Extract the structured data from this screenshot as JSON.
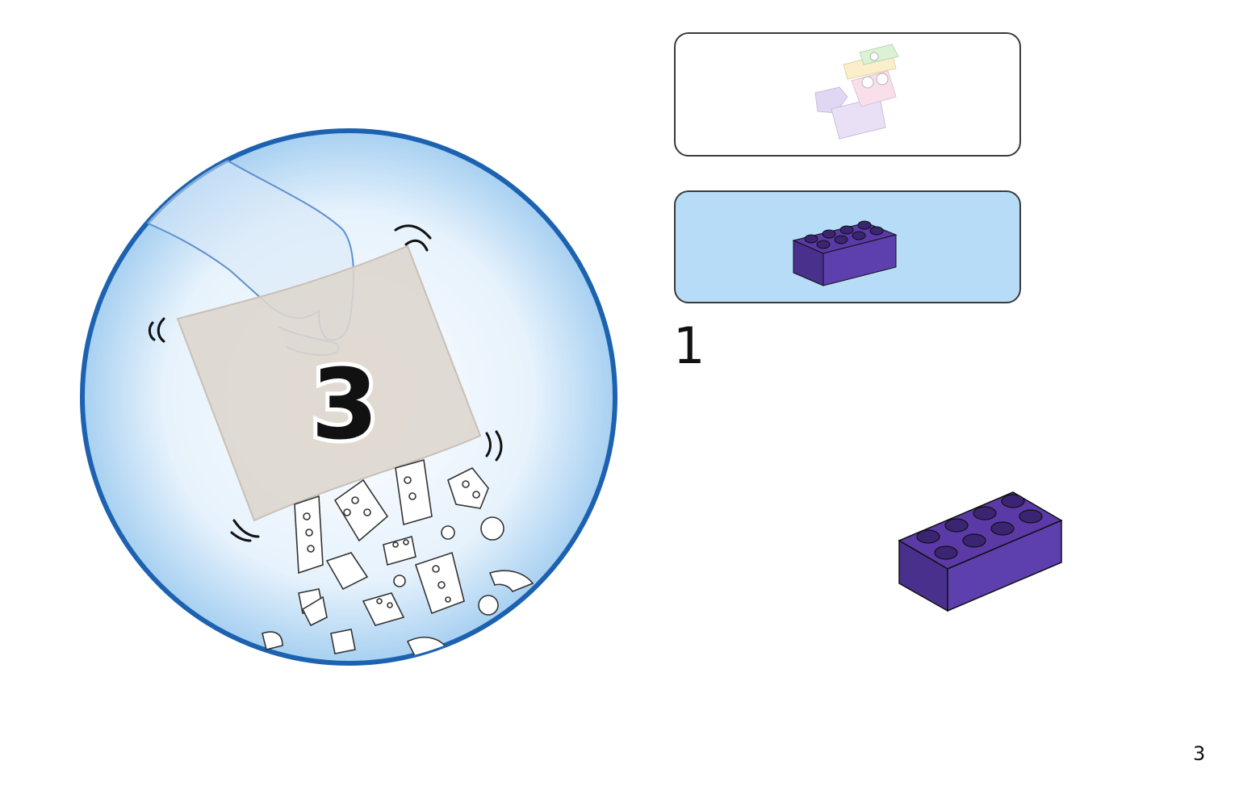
{
  "bag": {
    "number": "3"
  },
  "step": {
    "number": "1"
  },
  "page": {
    "number": "3"
  },
  "colors": {
    "circle_border": "#1d62b0",
    "circle_fill_center": "#ffffff",
    "circle_fill_edge": "#a7d0f1",
    "parts_box_fill": "#b7dcf7",
    "brick_purple": "#5b3aa8",
    "brick_purple_dark": "#3b2472"
  },
  "icons": {
    "hand": "hand-icon",
    "bag": "bag-icon",
    "brick": "brick-2x4-icon",
    "model": "model-preview-icon"
  }
}
